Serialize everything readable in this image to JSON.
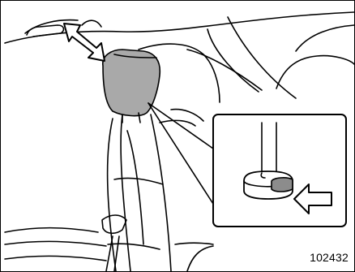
{
  "figure": {
    "id_label": "102432",
    "colors": {
      "line": "#000000",
      "background": "#ffffff",
      "headrest_fill": "#a9a9a9",
      "button_fill": "#8c8c8c"
    },
    "icons": [
      "double-headed-arrow",
      "push-arrow",
      "magnifier-callout-box"
    ]
  }
}
